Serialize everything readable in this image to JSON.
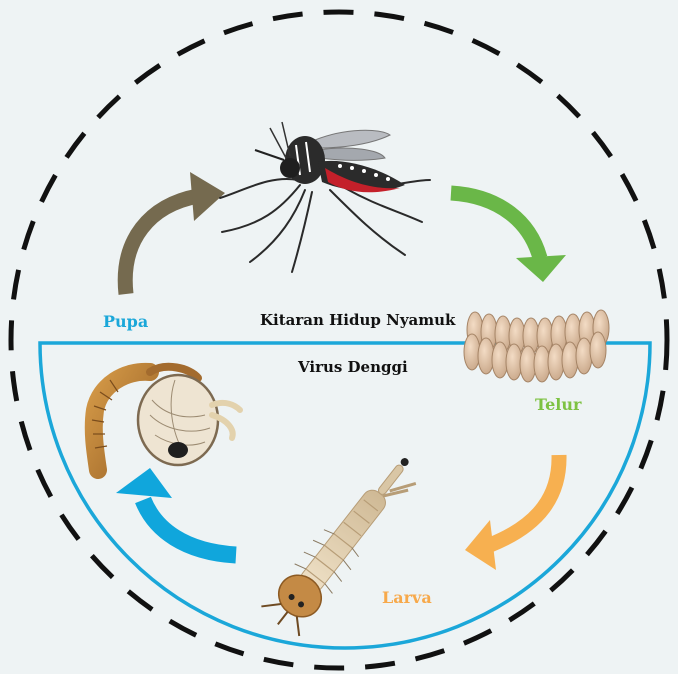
{
  "title": "Kitaran Hidup Nyamuk",
  "subtitle": "Virus Denggi",
  "stages": [
    {
      "label": "Telur",
      "color": "#7dc242"
    },
    {
      "label": "Larva",
      "color": "#f7a94b"
    },
    {
      "label": "Pupa",
      "color": "#1ba7d9"
    }
  ],
  "colors": {
    "background": "#eef3f4",
    "dengue_zone_line": "#1ba7d9",
    "arrow_adult_to_egg": "#6ab748",
    "arrow_egg_to_larva": "#f7b050",
    "arrow_larva_to_pupa": "#10a6dc",
    "arrow_pupa_to_adult": "#756a4f",
    "dashed_cycle": "#111111"
  },
  "icons": [
    "mosquito-icon",
    "eggs-icon",
    "larva-icon",
    "pupa-icon"
  ]
}
